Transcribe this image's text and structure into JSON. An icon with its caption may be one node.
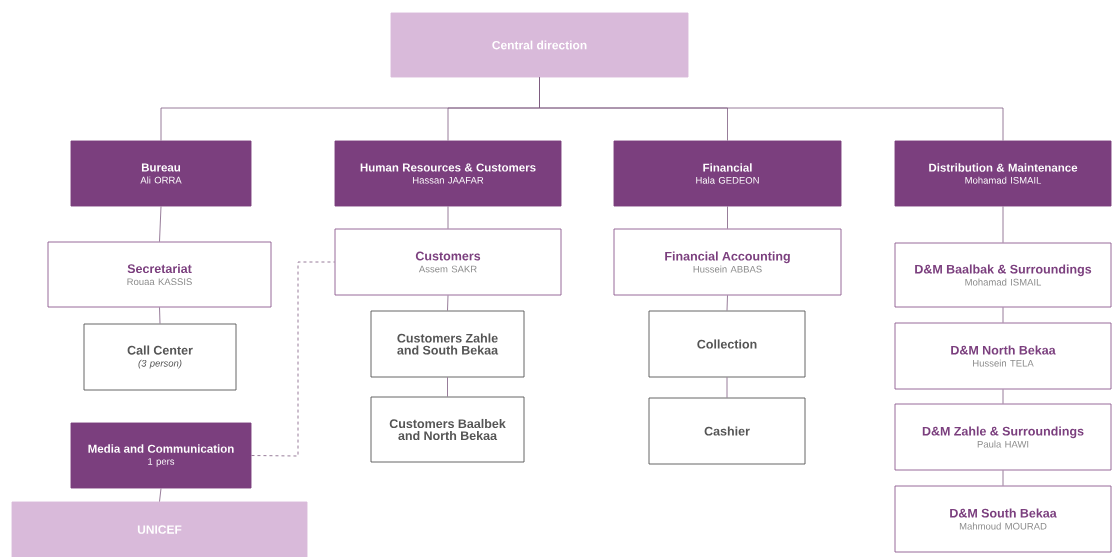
{
  "diagram": {
    "nodes": [
      {
        "text": [
          "Central direction"
        ]
      },
      {
        "text": [
          "Bureau",
          "Ali ORRA"
        ]
      },
      {
        "text": [
          "Human Resources & Customers",
          "Hassan JAAFAR"
        ]
      },
      {
        "text": [
          "Financial",
          "Hala GEDEON"
        ]
      },
      {
        "text": [
          "Distribution & Maintenance",
          "Mohamad ISMAIL"
        ]
      },
      {
        "text": [
          "Secretariat",
          "Rouaa KASSIS"
        ]
      },
      {
        "text": [
          "Call Center",
          "(3 person)"
        ]
      },
      {
        "text": [
          "Media and Communication",
          "1 pers"
        ]
      },
      {
        "text": [
          "UNICEF"
        ]
      },
      {
        "text": [
          "Customers",
          "Assem SAKR"
        ]
      },
      {
        "text": [
          "Customers Zahle and South Bekaa"
        ]
      },
      {
        "text": [
          "Customers Baalbek and North Bekaa"
        ]
      },
      {
        "text": [
          "Financial Accounting",
          "Hussein ABBAS"
        ]
      },
      {
        "text": [
          "Collection"
        ]
      },
      {
        "text": [
          "Cashier"
        ]
      },
      {
        "text": [
          "D&M Baalbak & Surroundings",
          "Mohamad ISMAIL"
        ]
      },
      {
        "text": [
          "D&M North Bekaa",
          "Hussein TELA"
        ]
      },
      {
        "text": [
          "D&M Zahle & Surroundings",
          "Paula HAWI"
        ]
      },
      {
        "text": [
          "D&M South Bekaa",
          "Mahmoud MOURAD"
        ]
      }
    ],
    "edges": [
      {
        "from": 0,
        "to": 1,
        "arrow": "none"
      },
      {
        "from": 0,
        "to": 2,
        "arrow": "none"
      },
      {
        "from": 0,
        "to": 3,
        "arrow": "none"
      },
      {
        "from": 0,
        "to": 4,
        "arrow": "none"
      },
      {
        "from": 1,
        "to": 5,
        "arrow": "none"
      },
      {
        "from": 5,
        "to": 6,
        "arrow": "none"
      },
      {
        "from": 7,
        "to": 8,
        "arrow": "none"
      },
      {
        "from": 7,
        "to": 9,
        "arrow": "none",
        "style": "dashed"
      },
      {
        "from": 2,
        "to": 9,
        "arrow": "none"
      },
      {
        "from": 9,
        "to": 10,
        "arrow": "none"
      },
      {
        "from": 10,
        "to": 11,
        "arrow": "none"
      },
      {
        "from": 3,
        "to": 12,
        "arrow": "none"
      },
      {
        "from": 12,
        "to": 13,
        "arrow": "none"
      },
      {
        "from": 13,
        "to": 14,
        "arrow": "none"
      },
      {
        "from": 4,
        "to": 15,
        "arrow": "none"
      },
      {
        "from": 15,
        "to": 16,
        "arrow": "none"
      },
      {
        "from": 16,
        "to": 17,
        "arrow": "none"
      },
      {
        "from": 17,
        "to": 18,
        "arrow": "none"
      }
    ]
  }
}
